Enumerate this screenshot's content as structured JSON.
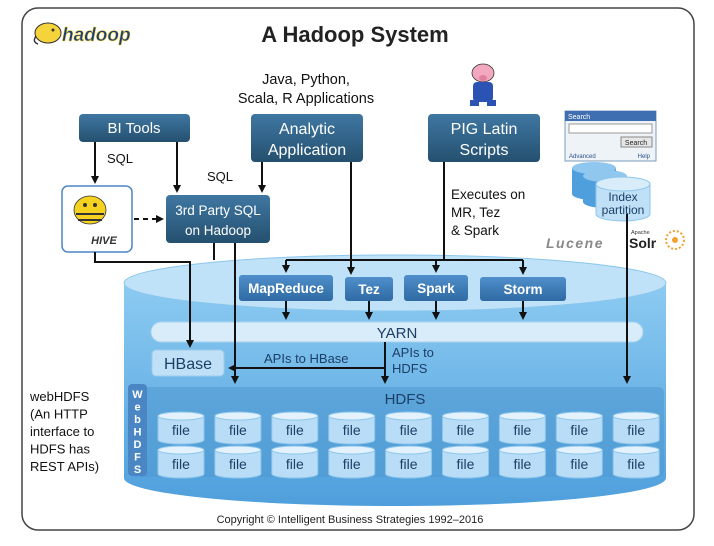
{
  "title": "A Hadoop System",
  "logo": {
    "text": "hadoop",
    "icon": "elephant-icon"
  },
  "languages": {
    "line1": "Java, Python,",
    "line2": "Scala, R Applications"
  },
  "boxes": {
    "bi_tools": "BI Tools",
    "analytic_line1": "Analytic",
    "analytic_line2": "Application",
    "pig_line1": "PIG Latin",
    "pig_line2": "Scripts",
    "sql3p_line1": "3rd Party SQL",
    "sql3p_line2": "on Hadoop"
  },
  "labels": {
    "sql_left": "SQL",
    "sql_mid": "SQL",
    "exec_line1": "Executes on",
    "exec_line2": "MR, Tez",
    "exec_line3": "& Spark",
    "apis_hbase": "APIs to HBase",
    "apis_hdfs_line1": "APIs to",
    "apis_hdfs_line2": "HDFS"
  },
  "hive": {
    "text": "HIVE",
    "icon": "hive-bee-icon"
  },
  "search": {
    "title": "Search",
    "button": "Search",
    "advanced": "Advanced",
    "help": "Help",
    "index_line1": "Index",
    "index_line2": "partition",
    "lucene": "Lucene",
    "solr_apache": "Apache",
    "solr": "Solr"
  },
  "engines": [
    "MapReduce",
    "Tez",
    "Spark",
    "Storm"
  ],
  "yarn": "YARN",
  "hbase": "HBase",
  "hdfs": "HDFS",
  "webhdfs_vertical": [
    "W",
    "e",
    "b",
    "H",
    "D",
    "F",
    "S"
  ],
  "webhdfs_note": [
    "webHDFS",
    "(An HTTP",
    "interface to",
    "HDFS has",
    "REST APIs)"
  ],
  "file_label": "file",
  "file_grid": {
    "rows": 2,
    "cols": 9
  },
  "copyright": "Copyright © Intelligent Business Strategies 1992–2016",
  "colors": {
    "dark_box": "#2e5f86",
    "engine_box": "#3a78b2",
    "platform": "#5aa9df",
    "platform_light": "#8fc7ef",
    "hdfs_band": "#4f97cf",
    "yarn_band": "#d9ecf9",
    "file_cyl": "#b9ddf6",
    "accent_orange": "#f2a12e"
  }
}
